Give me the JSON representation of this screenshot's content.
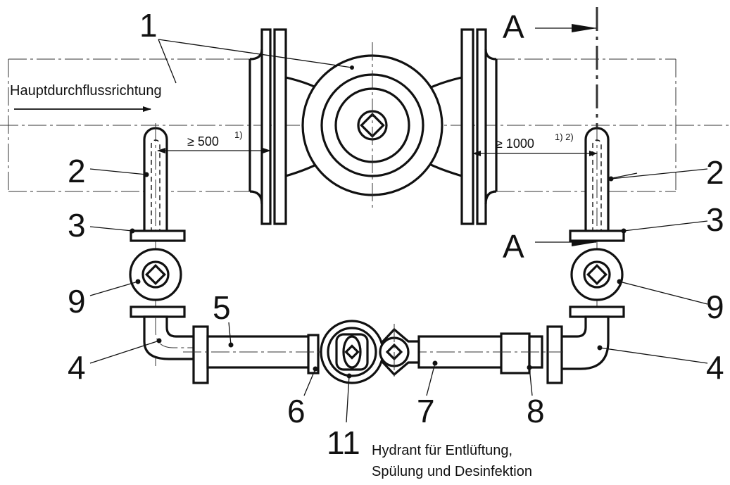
{
  "labels": {
    "n1": "1",
    "n2_left": "2",
    "n2_right": "2",
    "n3_left": "3",
    "n3_right": "3",
    "n4_left": "4",
    "n4_right": "4",
    "n5": "5",
    "n6": "6",
    "n7": "7",
    "n8": "8",
    "n9_left": "9",
    "n9_right": "9",
    "n11": "11",
    "section_top": "A",
    "section_bottom": "A"
  },
  "flow_direction": "Hauptdurchflussrichtung",
  "dimensions": {
    "left": "≥ 500",
    "left_note": "1)",
    "right": "≥ 1000",
    "right_note": "1) 2)"
  },
  "hydrant_caption": {
    "line1": "Hydrant für Entlüftung,",
    "line2": "Spülung und Desinfektion"
  }
}
